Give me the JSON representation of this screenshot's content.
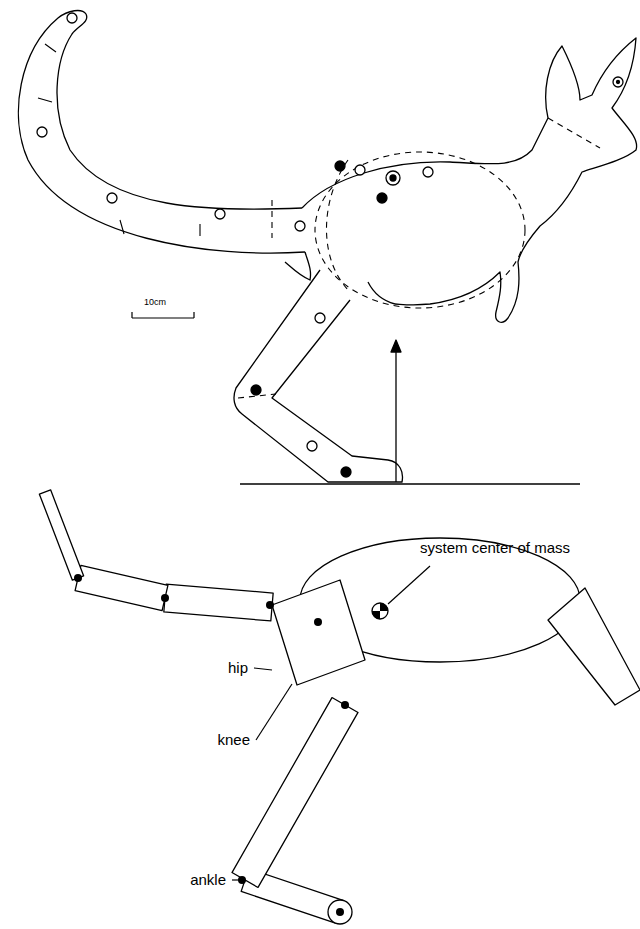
{
  "diagram": {
    "labels": [
      "10cm",
      "system center of mass",
      "hip",
      "knee",
      "ankle"
    ]
  }
}
